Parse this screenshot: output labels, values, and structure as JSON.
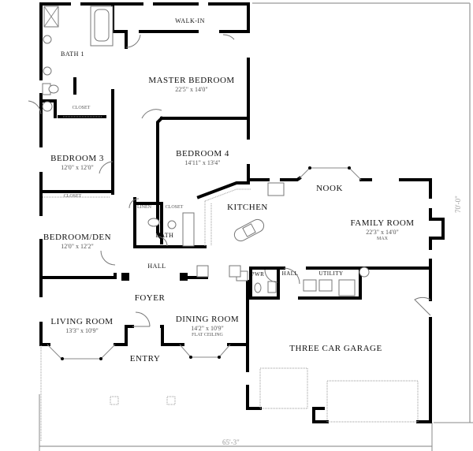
{
  "plan": {
    "overall_width": "65'-3\"",
    "overall_depth": "70'-0\""
  },
  "rooms": {
    "walk_in": {
      "name": "WALK-IN"
    },
    "bath1": {
      "name": "BATH 1"
    },
    "master_bedroom": {
      "name": "MASTER BEDROOM",
      "size": "22'5\" x 14'0\""
    },
    "closet_master": {
      "name": "CLOSET"
    },
    "bedroom3": {
      "name": "BEDROOM 3",
      "size": "12'0\" x 12'0\""
    },
    "bedroom4": {
      "name": "BEDROOM 4",
      "size": "14'11\" x 13'4\""
    },
    "closet_den": {
      "name": "CLOSET"
    },
    "linen": {
      "name": "LINEN"
    },
    "closet_hall": {
      "name": "CLOSET"
    },
    "bath": {
      "name": "BATH"
    },
    "kitchen": {
      "name": "KITCHEN"
    },
    "nook": {
      "name": "NOOK"
    },
    "family_room": {
      "name": "FAMILY ROOM",
      "size": "22'3\" x 14'0\"",
      "note": "MAX"
    },
    "bedroom_den": {
      "name": "BEDROOM/DEN",
      "size": "12'0\" x 12'2\""
    },
    "hall": {
      "name": "HALL"
    },
    "pwr": {
      "name": "PWR"
    },
    "hall2": {
      "name": "HALL"
    },
    "utility": {
      "name": "UTILITY"
    },
    "foyer": {
      "name": "FOYER"
    },
    "living_room": {
      "name": "LIVING ROOM",
      "size": "13'3\" x 10'9\""
    },
    "dining_room": {
      "name": "DINING ROOM",
      "size": "14'2\" x 10'9\"",
      "note": "FLAT CEILING"
    },
    "garage": {
      "name": "THREE CAR GARAGE"
    },
    "entry": {
      "name": "ENTRY"
    }
  }
}
